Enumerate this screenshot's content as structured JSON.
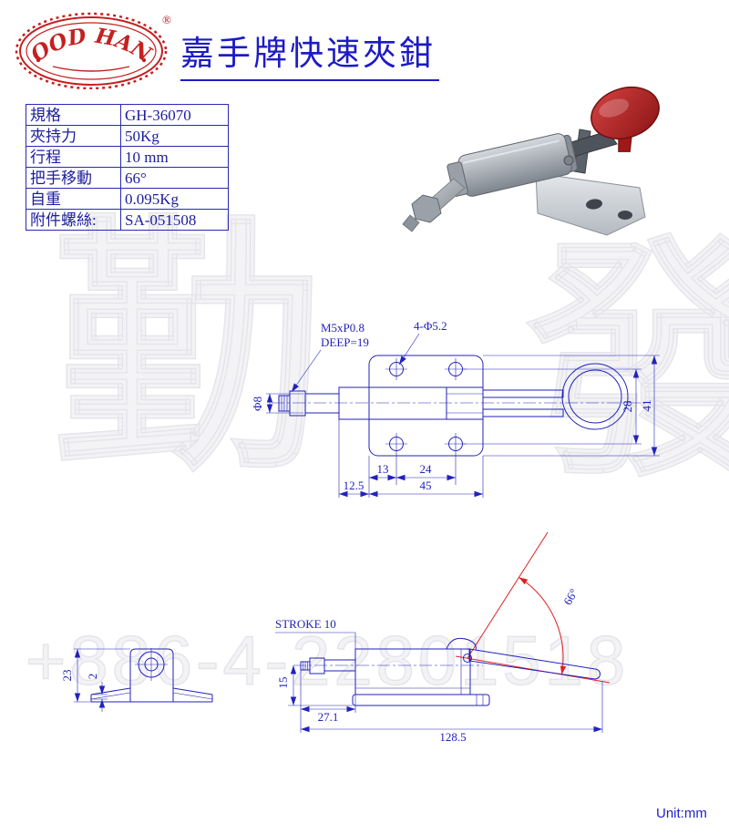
{
  "header": {
    "title": "嘉手牌快速夾鉗"
  },
  "logo": {
    "name": "GOOD HAND",
    "reg": "®"
  },
  "spec_table": {
    "rows": [
      {
        "label": "規格",
        "value": "GH-36070"
      },
      {
        "label": "夾持力",
        "value": "50Kg"
      },
      {
        "label": "行程",
        "value": "10 mm"
      },
      {
        "label": "把手移動",
        "value": "66°"
      },
      {
        "label": "自重",
        "value": "0.095Kg"
      },
      {
        "label": "附件螺絲:",
        "value": "SA-051508"
      }
    ]
  },
  "top_view": {
    "thread_label": "M5xP0.8",
    "depth_label": "DEEP=19",
    "holes_label": "4-Φ5.2",
    "rod_dia": "Φ8",
    "dim_28": "28",
    "dim_41": "41",
    "dim_13": "13",
    "dim_24": "24",
    "dim_12_5": "12.5",
    "dim_45": "45"
  },
  "side_view": {
    "stroke_label": "STROKE 10",
    "dim_15": "15",
    "dim_27_1": "27.1",
    "dim_128_5": "128.5",
    "angle": "66°"
  },
  "front_view": {
    "dim_23": "23",
    "dim_2": "2"
  },
  "watermark": {
    "char_left": "勤",
    "char_right": "發",
    "phone": "+886-4-22801518"
  },
  "footer": {
    "unit_label": "Unit:mm"
  },
  "colors": {
    "line_blue": "#2222bb",
    "accent_red": "#cc2020",
    "text_blue": "#1c1c9e"
  }
}
